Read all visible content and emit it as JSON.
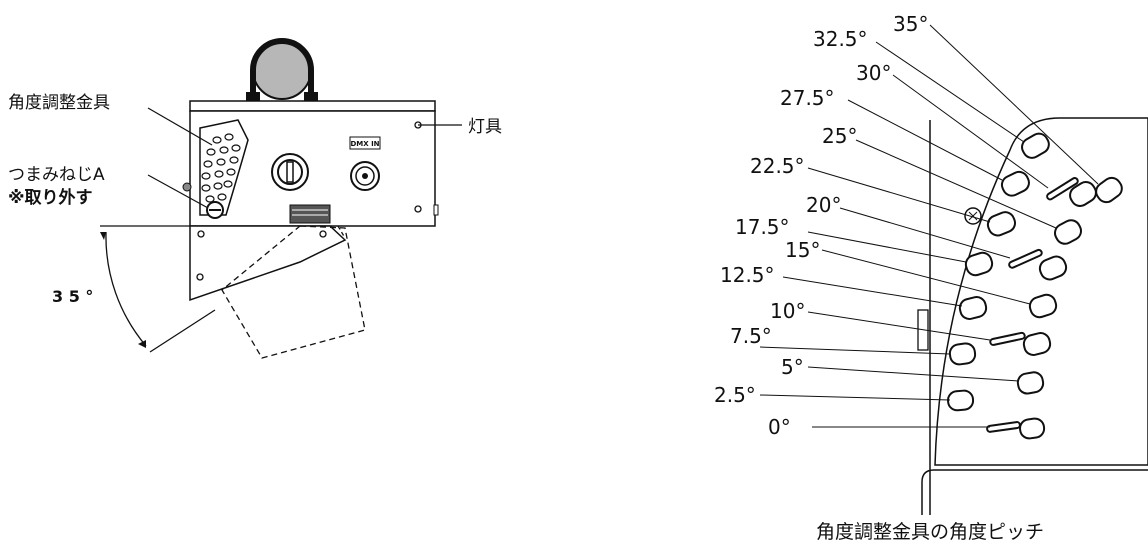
{
  "left": {
    "bracket_label": "角度調整金具",
    "lamp_label": "灯具",
    "knob_label": "つまみねじA",
    "remove_label": "※取り外す",
    "tilt_angle": "3 5 °",
    "connector_text": "DMX IN"
  },
  "right": {
    "caption": "角度調整金具の角度ピッチ",
    "angles": [
      "0°",
      "2.5°",
      "5°",
      "7.5°",
      "10°",
      "12.5°",
      "15°",
      "17.5°",
      "20°",
      "22.5°",
      "25°",
      "27.5°",
      "30°",
      "32.5°",
      "35°"
    ]
  }
}
